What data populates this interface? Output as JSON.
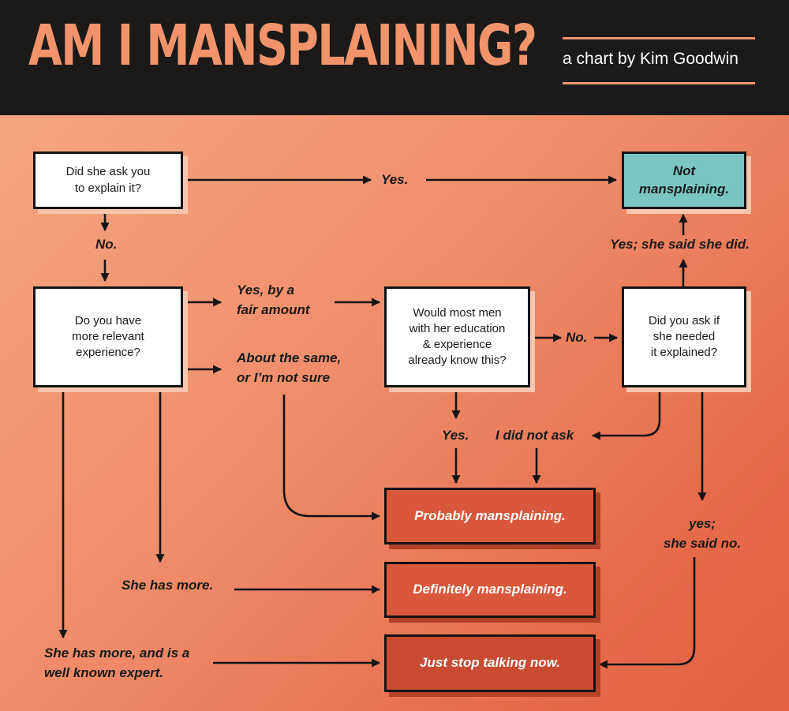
{
  "header": {
    "title": "AM I MANSPLAINING?",
    "subtitle": "a chart by Kim Goodwin"
  },
  "nodes": {
    "q_ask": [
      "Did she ask you",
      "to explain it?"
    ],
    "q_experience": [
      "Do you have",
      "more relevant",
      "experience?"
    ],
    "q_most_men": [
      "Would most men",
      "with her education",
      "& experience",
      "already know this?"
    ],
    "q_did_you_ask": [
      "Did you ask if",
      "she needed",
      "it explained?"
    ],
    "r_not": [
      "Not",
      "mansplaining."
    ],
    "r_probably": "Probably mansplaining.",
    "r_definitely": "Definitely mansplaining.",
    "r_stop": "Just stop talking now."
  },
  "labels": {
    "yes_top": "Yes.",
    "no_left": "No.",
    "yes_fair": [
      "Yes, by a",
      "fair amount"
    ],
    "about_same": [
      "About the same,",
      "or I’m not sure"
    ],
    "no_mid": "No.",
    "yes_said_did": "Yes; she said she did.",
    "yes_mid": "Yes.",
    "did_not_ask": "I did not ask",
    "yes_said_no": [
      "yes;",
      "she said no."
    ],
    "she_has_more": "She has more.",
    "she_has_more_expert": [
      "She has more, and is a",
      "well known expert."
    ]
  },
  "colors": {
    "header_bg": "#1c1a19",
    "title": "#f2946b",
    "question_box": "#ffffff",
    "not_mansplaining": "#79c7c0",
    "result_box": "#d9573a",
    "line": "#141414"
  }
}
